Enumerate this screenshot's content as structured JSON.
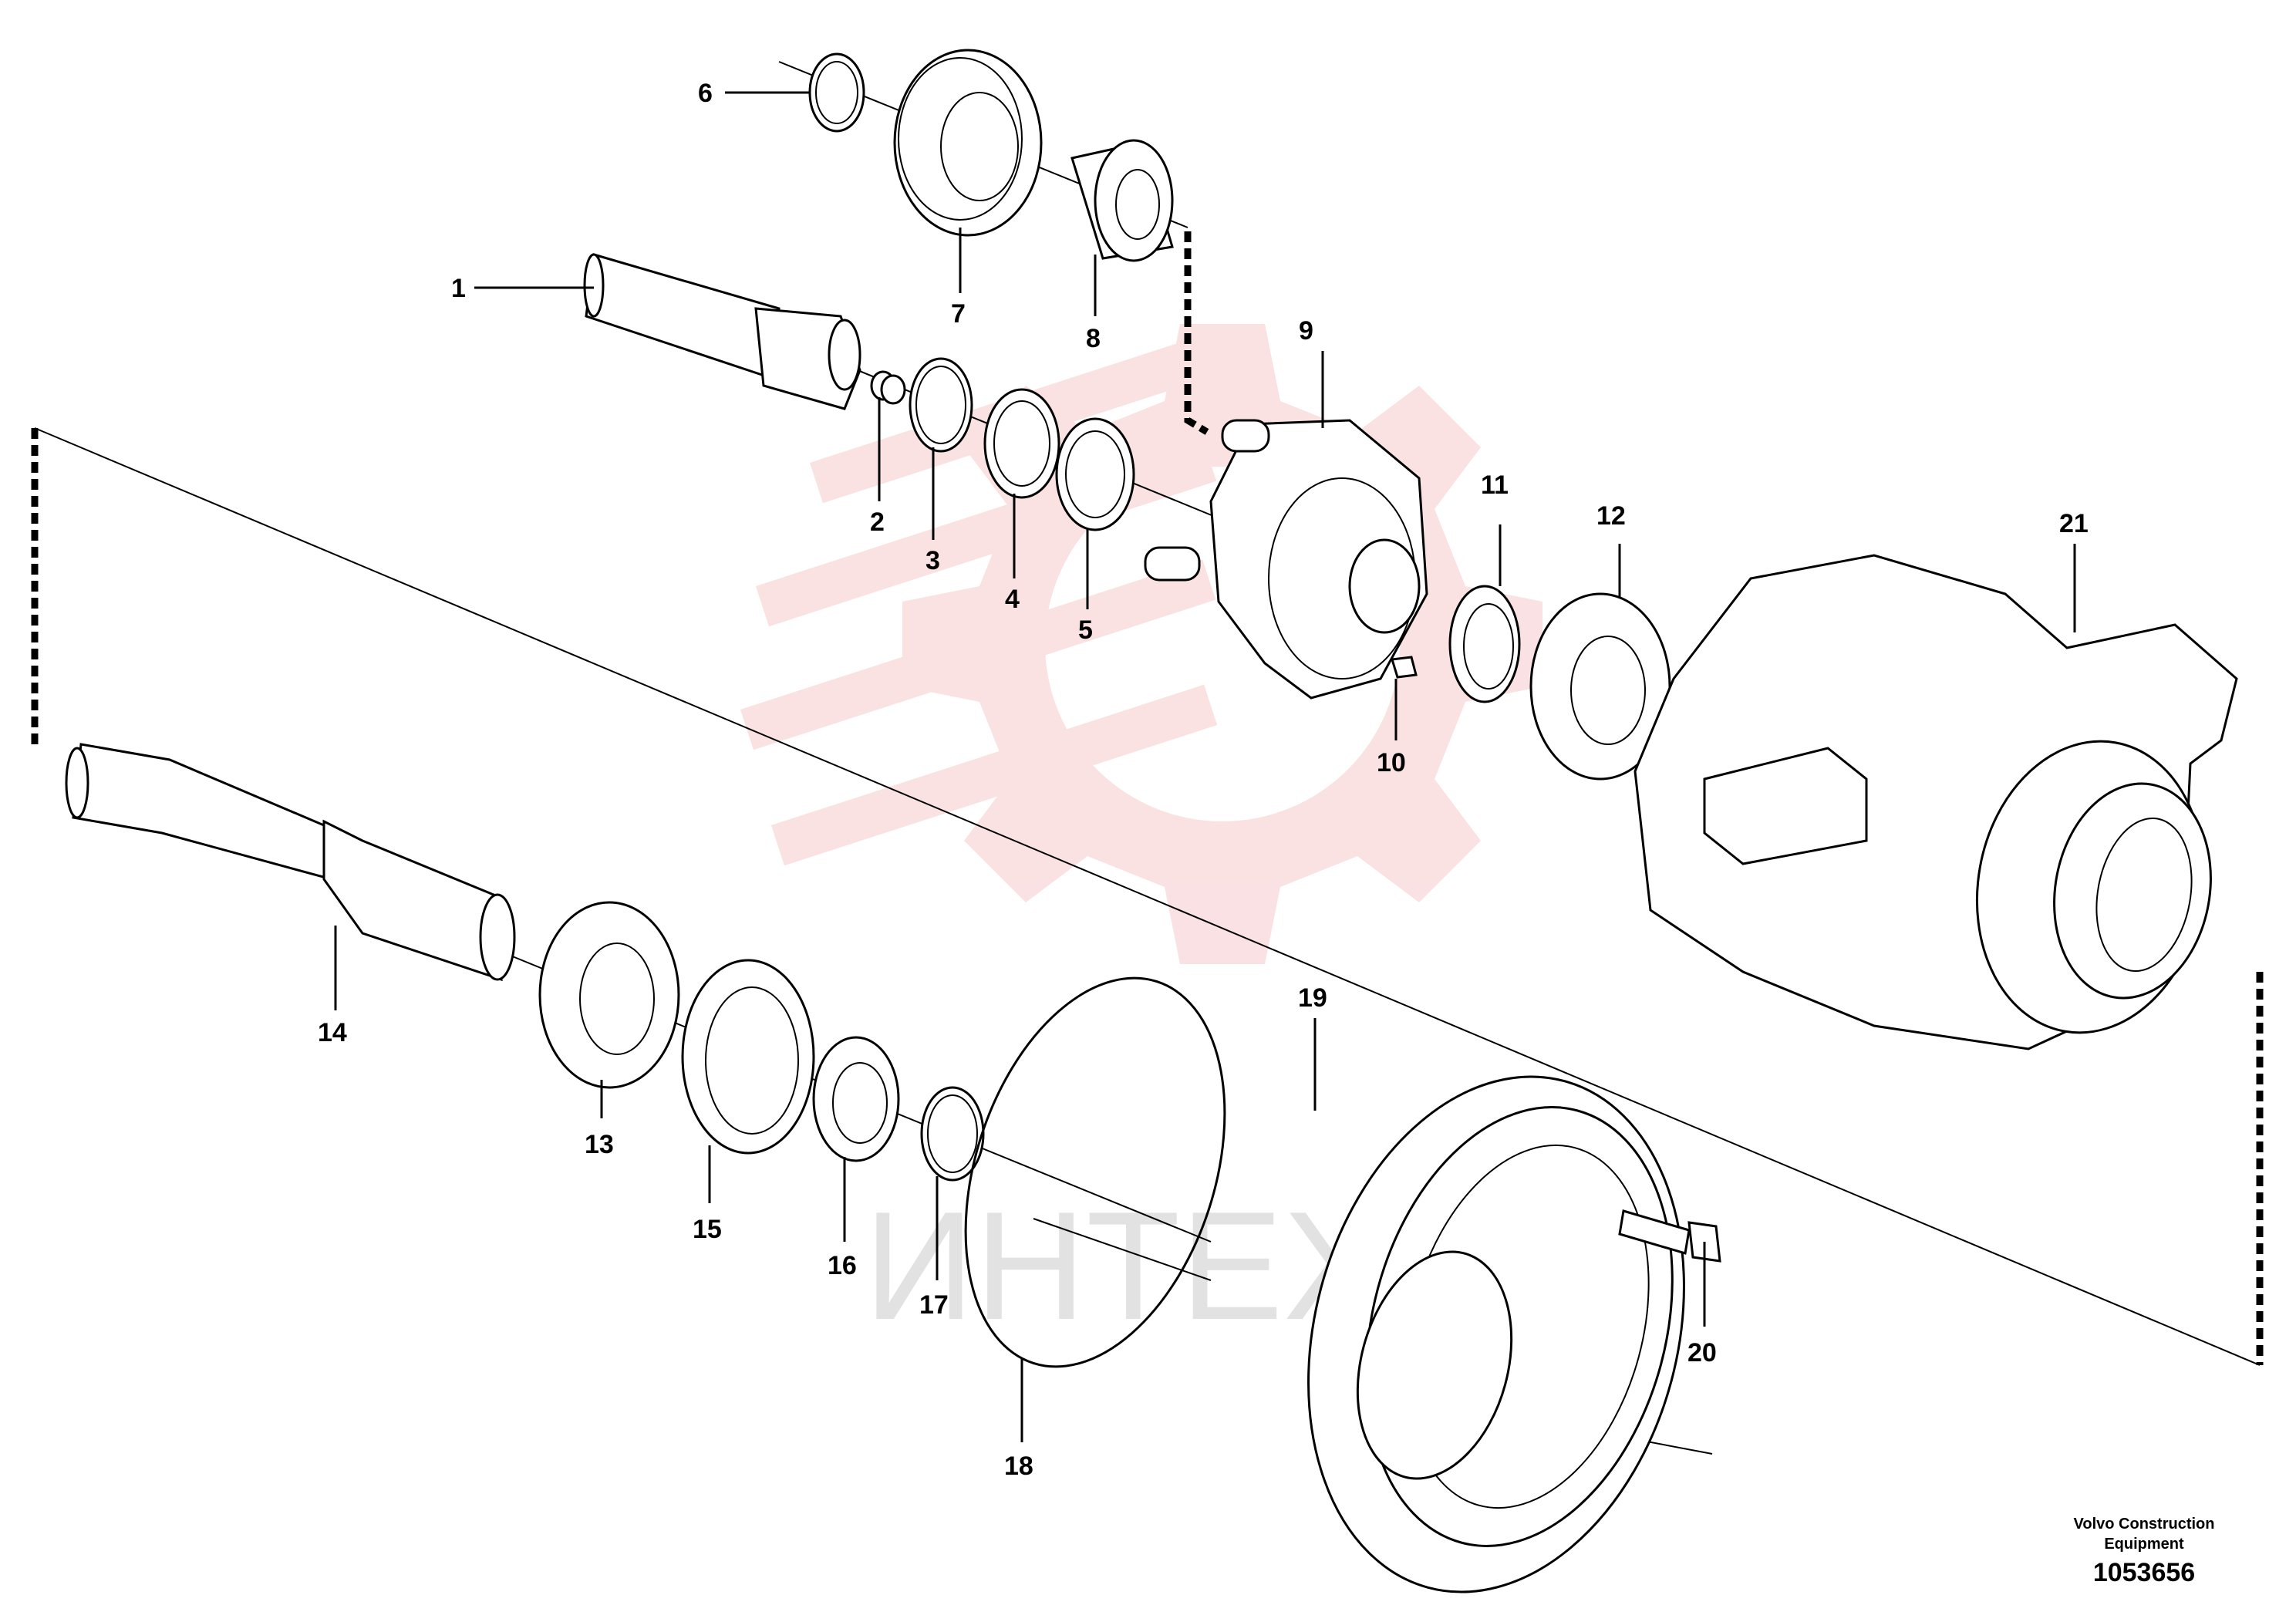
{
  "diagram": {
    "part_numbers": [
      "1",
      "2",
      "3",
      "4",
      "5",
      "6",
      "7",
      "8",
      "9",
      "10",
      "11",
      "12",
      "13",
      "14",
      "15",
      "16",
      "17",
      "18",
      "19",
      "20",
      "21"
    ],
    "manufacturer_line1": "Volvo Construction",
    "manufacturer_line2": "Equipment",
    "drawing_number": "1053656",
    "watermark_text": "ИНТЕХ",
    "watermark_color": "#f4b6bb",
    "line_color": "#000000"
  }
}
